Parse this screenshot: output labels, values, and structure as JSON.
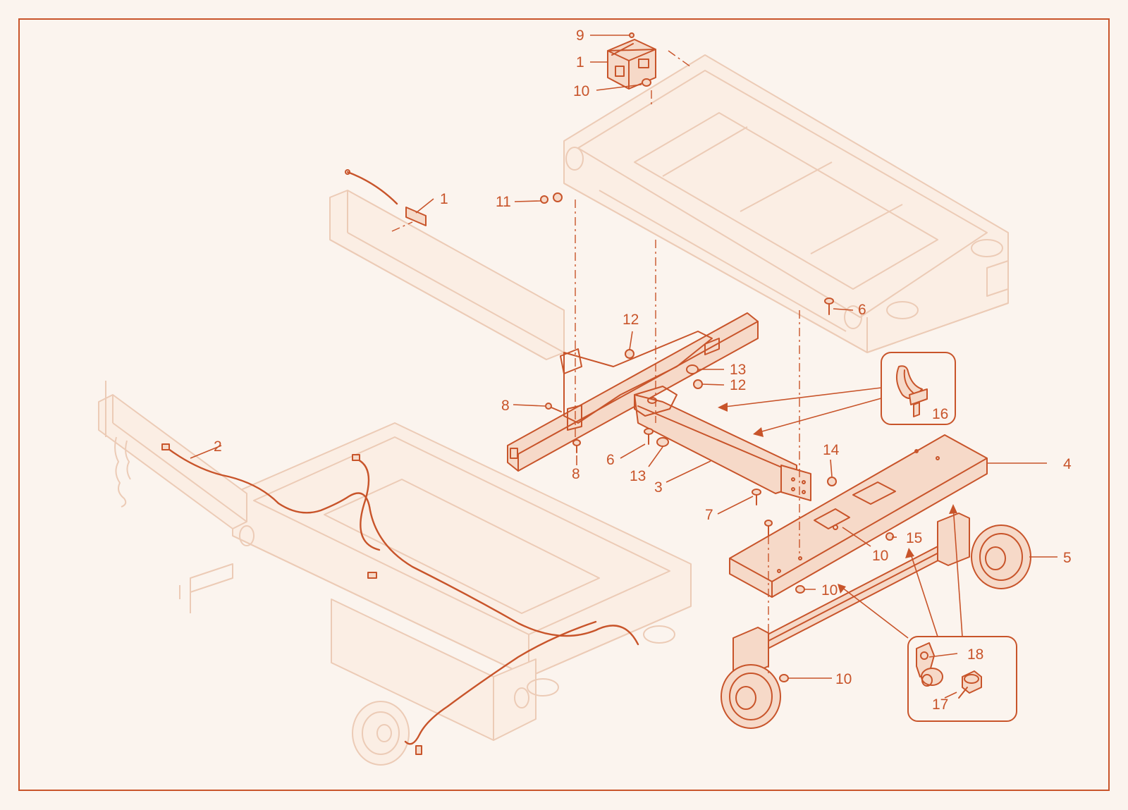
{
  "colors": {
    "accent": "#c8542a",
    "ghost": "#eccbb6",
    "background": "#fbf4ee"
  },
  "callouts": [
    {
      "id": "c9",
      "text": "9"
    },
    {
      "id": "c1a",
      "text": "1"
    },
    {
      "id": "c10a",
      "text": "10"
    },
    {
      "id": "c1b",
      "text": "1"
    },
    {
      "id": "c11",
      "text": "11"
    },
    {
      "id": "c6a",
      "text": "6"
    },
    {
      "id": "c12a",
      "text": "12"
    },
    {
      "id": "c13a",
      "text": "13"
    },
    {
      "id": "c12b",
      "text": "12"
    },
    {
      "id": "c16",
      "text": "16"
    },
    {
      "id": "c8a",
      "text": "8"
    },
    {
      "id": "c8b",
      "text": "8"
    },
    {
      "id": "c6b",
      "text": "6"
    },
    {
      "id": "c13b",
      "text": "13"
    },
    {
      "id": "c3",
      "text": "3"
    },
    {
      "id": "c2",
      "text": "2"
    },
    {
      "id": "c14",
      "text": "14"
    },
    {
      "id": "c4",
      "text": "4"
    },
    {
      "id": "c7",
      "text": "7"
    },
    {
      "id": "c15",
      "text": "15"
    },
    {
      "id": "c10b",
      "text": "10"
    },
    {
      "id": "c5",
      "text": "5"
    },
    {
      "id": "c10c",
      "text": "10"
    },
    {
      "id": "c18",
      "text": "18"
    },
    {
      "id": "c10d",
      "text": "10"
    },
    {
      "id": "c17",
      "text": "17"
    }
  ]
}
